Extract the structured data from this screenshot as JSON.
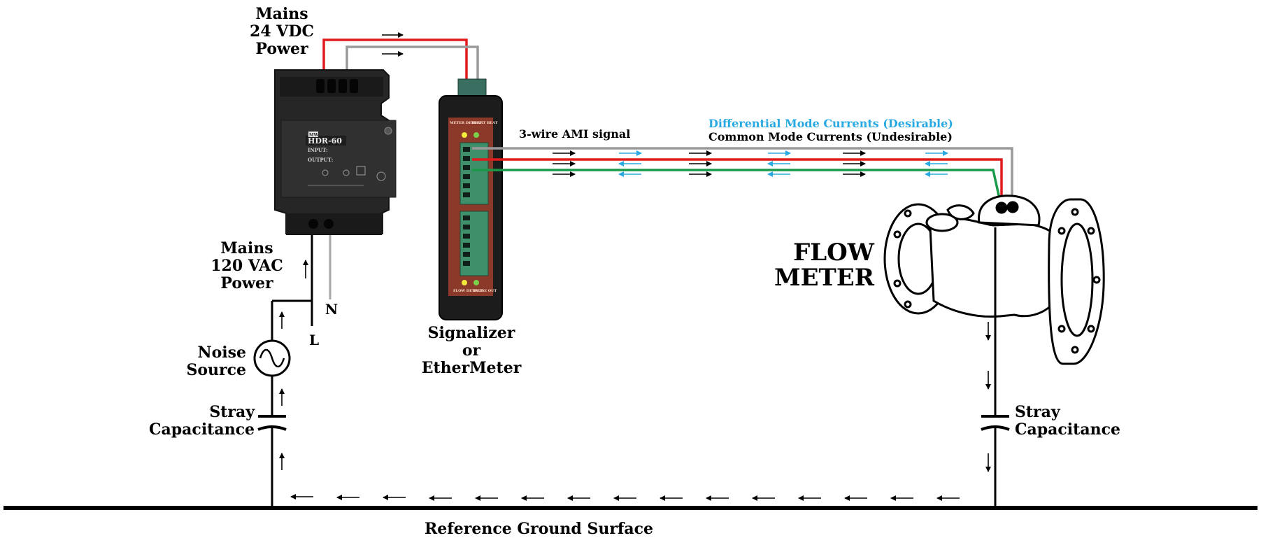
{
  "labels": {
    "mains_dc_1": "Mains",
    "mains_dc_2": "24 VDC",
    "mains_dc_3": "Power",
    "mains_ac_1": "Mains",
    "mains_ac_2": "120 VAC",
    "mains_ac_3": "Power",
    "neutral": "N",
    "line": "L",
    "noise_1": "Noise",
    "noise_2": "Source",
    "stray_left_1": "Stray",
    "stray_left_2": "Capacitance",
    "stray_right_1": "Stray",
    "stray_right_2": "Capacitance",
    "signalizer_1": "Signalizer",
    "signalizer_2": "or",
    "signalizer_3": "EtherMeter",
    "ami_signal": "3-wire AMI signal",
    "diff_mode": "Differential Mode Currents (Desirable)",
    "common_mode": "Common Mode Currents (Undesirable)",
    "flow_1": "FLOW",
    "flow_2": "METER",
    "ground": "Reference Ground Surface"
  },
  "psu": {
    "model": "HDR-60",
    "input": "INPUT:",
    "output": "OUTPUT:",
    "brand": "MW"
  },
  "signalizer_device": {
    "top_left": "METER DETECT",
    "top_right": "HEART BEAT",
    "bottom_left": "FLOW DETECT",
    "bottom_right": "PULSE OUT"
  },
  "colors": {
    "wire_red": "#e01b1b",
    "wire_gray": "#9a9a9a",
    "wire_green": "#1a9a4a",
    "diff_blue": "#29a9e1",
    "device_body": "#1c1c1c",
    "terminal_green": "#3f8f6a",
    "device_panel": "#8b3a2a"
  }
}
